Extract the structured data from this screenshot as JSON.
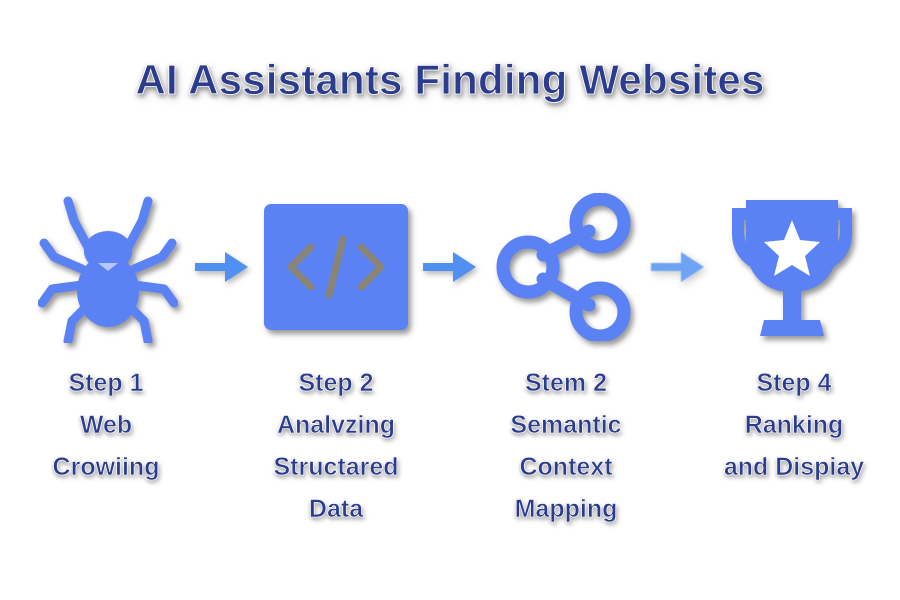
{
  "header": {
    "title": "AI Assistants Finding Websites"
  },
  "colors": {
    "background": "#ffffff",
    "icon_blue": "#5b82f5",
    "arrow_blue": "#4f90f2",
    "text_navy": "#2b3c8e",
    "shadow_gray": "#7a7a7a",
    "code_glyph": "#8a8477"
  },
  "flow": {
    "steps": [
      {
        "icon": "spider-icon",
        "icon_label": "spider",
        "lines": [
          "Step 1",
          "Web",
          "Crowiing"
        ]
      },
      {
        "icon": "code-brackets-icon",
        "icon_label": "code-block",
        "code_glyph": "</>",
        "lines": [
          "Step 2",
          "Analvzing",
          "Structared",
          "Data"
        ]
      },
      {
        "icon": "share-nodes-icon",
        "icon_label": "share-network",
        "lines": [
          "Stem 2",
          "Semantic",
          "Context",
          "Mapping"
        ]
      },
      {
        "icon": "trophy-icon",
        "icon_label": "trophy",
        "lines": [
          "Step 4",
          "Ranking",
          "and Dispiay"
        ]
      }
    ],
    "arrows": [
      {
        "name": "arrow-right-icon",
        "faded": false
      },
      {
        "name": "arrow-right-icon",
        "faded": false
      },
      {
        "name": "arrow-right-icon",
        "faded": true
      }
    ]
  }
}
